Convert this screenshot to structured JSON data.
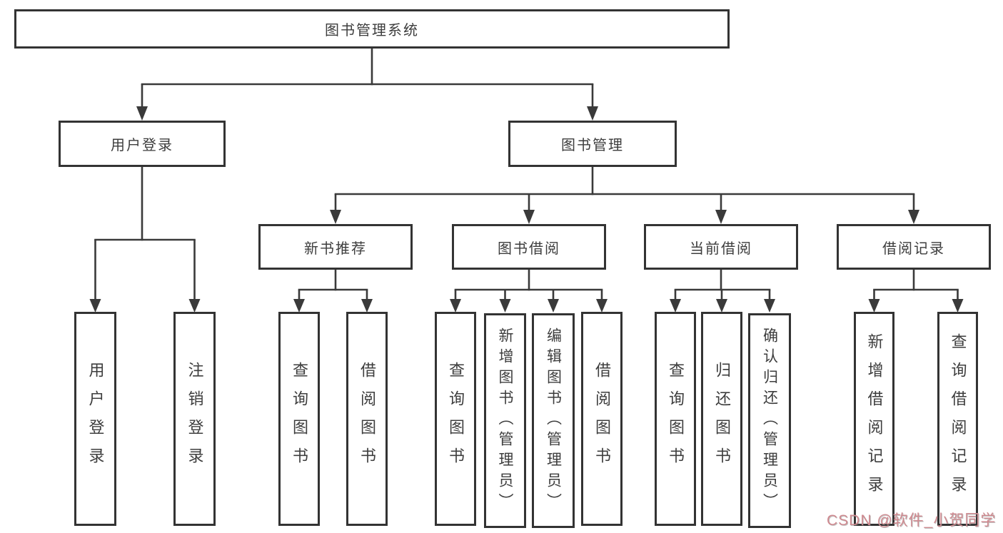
{
  "diagram": {
    "root": {
      "label": "图书管理系统"
    },
    "level2": [
      {
        "label": "用户登录"
      },
      {
        "label": "图书管理"
      }
    ],
    "level3": [
      {
        "label": "新书推荐"
      },
      {
        "label": "图书借阅"
      },
      {
        "label": "当前借阅"
      },
      {
        "label": "借阅记录"
      }
    ],
    "leaves": {
      "user_login": [
        {
          "label": "用户登录"
        },
        {
          "label": "注销登录"
        }
      ],
      "new_book_recommend": [
        {
          "label": "查询图书"
        },
        {
          "label": "借阅图书"
        }
      ],
      "book_borrow": [
        {
          "label": "查询图书"
        },
        {
          "label": "新增图书（管理员）"
        },
        {
          "label": "编辑图书（管理员）"
        },
        {
          "label": "借阅图书"
        }
      ],
      "current_borrow": [
        {
          "label": "查询图书"
        },
        {
          "label": "归还图书"
        },
        {
          "label": "确认归还（管理员）"
        }
      ],
      "borrow_records": [
        {
          "label": "新增借阅记录"
        },
        {
          "label": "查询借阅记录"
        }
      ]
    }
  },
  "watermark": {
    "text": "CSDN @软件_小贺同学",
    "color": "#cf8a90"
  },
  "colors": {
    "line": "#3a3a3a",
    "box_border": "#333333",
    "text": "#3d3d3d",
    "background": "#ffffff"
  }
}
